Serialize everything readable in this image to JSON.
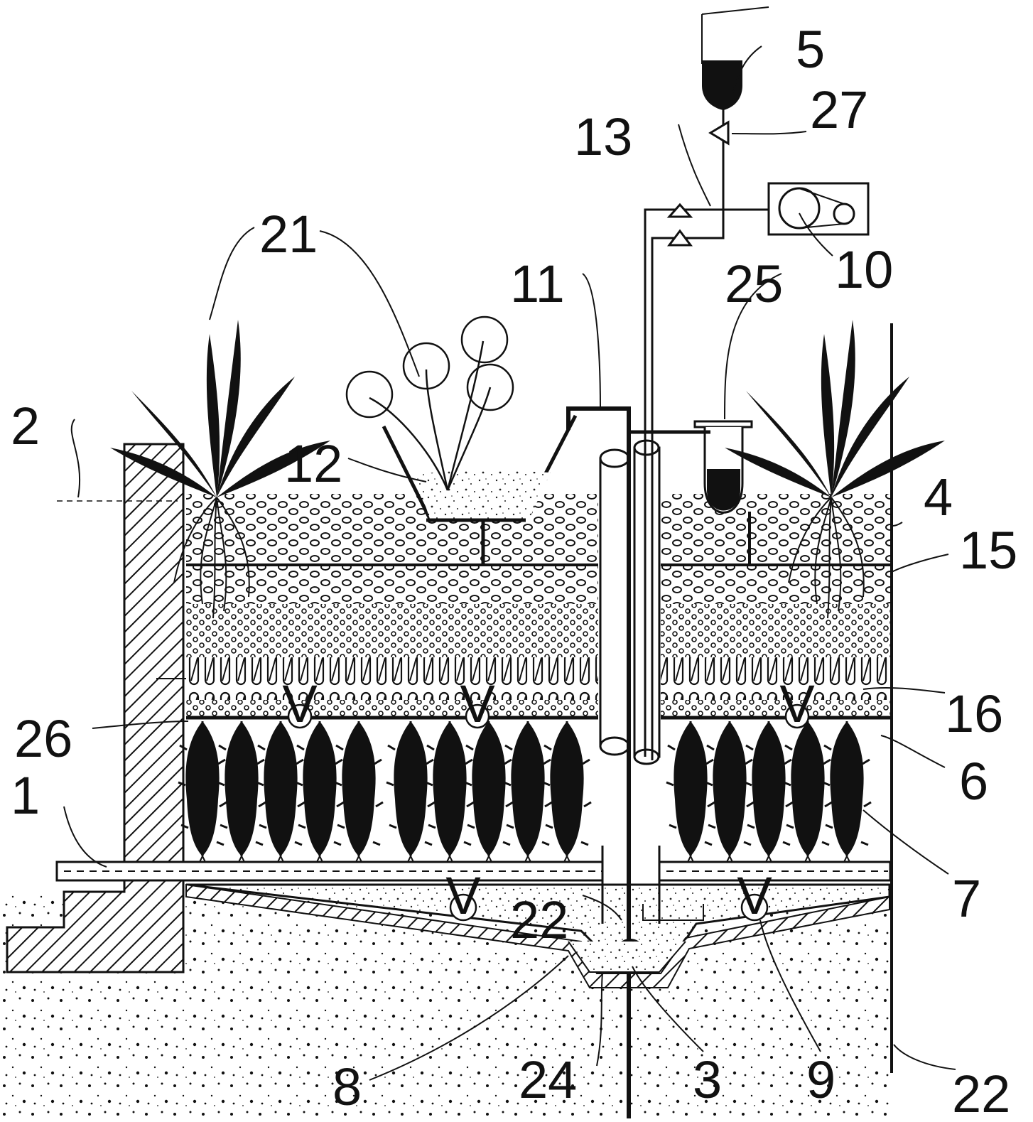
{
  "labels": {
    "l1": "1",
    "l2": "2",
    "l3": "3",
    "l4": "4",
    "l5": "5",
    "l6": "6",
    "l7": "7",
    "l8": "8",
    "l9": "9",
    "l10": "10",
    "l11": "11",
    "l12": "12",
    "l13": "13",
    "l15": "15",
    "l16": "16",
    "l21": "21",
    "l22a": "22",
    "l22b": "22",
    "l24": "24",
    "l25": "25",
    "l26": "26",
    "l27": "27"
  },
  "valve_symbol": "V",
  "colors": {
    "ink": "#111111",
    "paper": "#ffffff",
    "gravel": "#333333"
  }
}
